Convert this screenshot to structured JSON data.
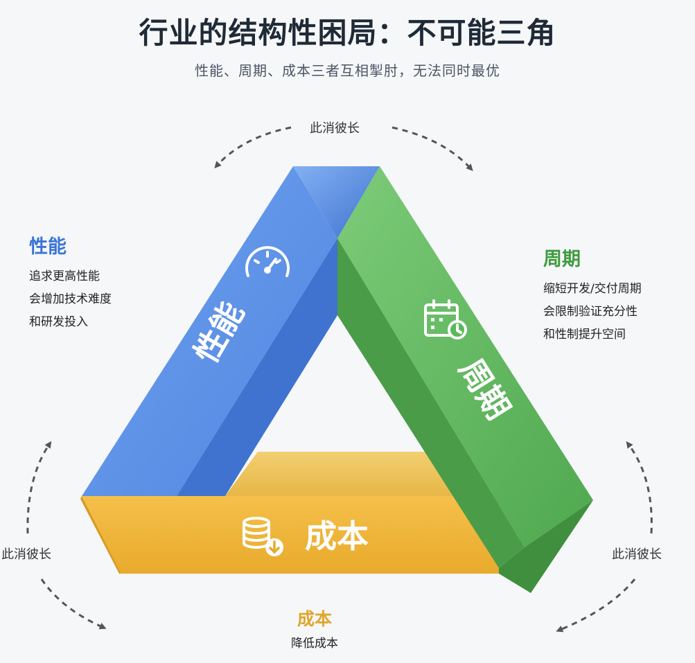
{
  "header": {
    "title": "行业的结构性困局：不可能三角",
    "subtitle": "性能、周期、成本三者互相掣肘，无法同时最优"
  },
  "tradeoff_label": "此消彼长",
  "performance": {
    "beam_label": "性能",
    "title": "性能",
    "lines": [
      "追求更高性能",
      "会增加技术难度",
      "和研发投入"
    ],
    "icon": "speedometer-icon",
    "color": "#5b8fe6"
  },
  "cycle": {
    "beam_label": "周期",
    "title": "周期",
    "lines": [
      "缩短开发/交付周期",
      "会限制验证充分性",
      "和性制提升空间"
    ],
    "icon": "calendar-clock-icon",
    "color": "#5cb85c"
  },
  "cost": {
    "beam_label": "成本",
    "title": "成本",
    "lines": [
      "降低成本"
    ],
    "icon": "coins-down-icon",
    "color": "#f0b93a"
  }
}
